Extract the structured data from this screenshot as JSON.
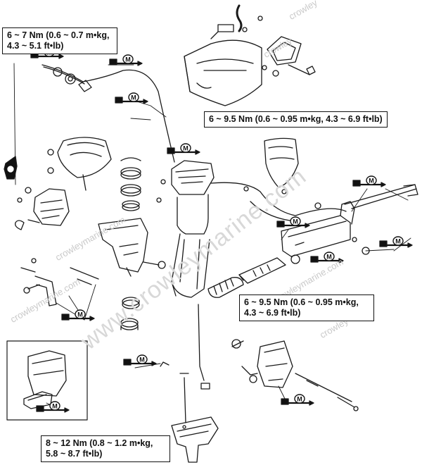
{
  "torque_specs": [
    {
      "id": "spec-1",
      "text": "6 ~ 7 Nm (0.6 ~ 0.7 m•kg,\n4.3 ~ 5.1 ft•lb)"
    },
    {
      "id": "spec-2",
      "text": "6 ~ 9.5 Nm (0.6 ~ 0.95 m•kg, 4.3 ~ 6.9 ft•lb)"
    },
    {
      "id": "spec-3",
      "text": "6 ~ 9.5 Nm (0.6 ~ 0.95 m•kg,\n4.3 ~ 6.9 ft•lb)"
    },
    {
      "id": "spec-4",
      "text": "8 ~ 12 Nm (0.8 ~ 1.2 m•kg,\n5.8 ~ 8.7 ft•lb)"
    }
  ],
  "symbols": {
    "lubricant_letter": "M",
    "grease_label": "M",
    "watermark_small": "crowley",
    "watermark_site": "crowleymarine.com",
    "watermark_big": "www.crowleymarine.com"
  }
}
